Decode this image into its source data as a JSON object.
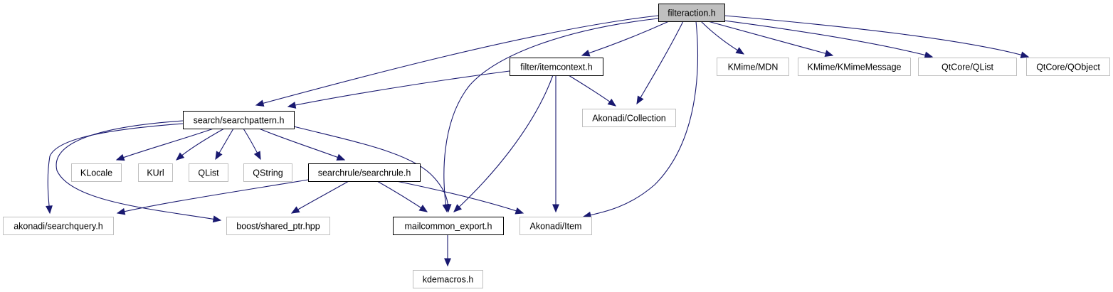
{
  "diagram": {
    "type": "include-dependency-graph",
    "root": "filteraction.h",
    "colors": {
      "edge": "#191970",
      "root_fill": "#bfbfbf",
      "root_border": "#000000",
      "documented_border": "#000000",
      "external_border": "#bfbfbf",
      "node_fill": "#ffffff"
    },
    "nodes": [
      {
        "id": "filteraction",
        "label": "filteraction.h",
        "kind": "root"
      },
      {
        "id": "itemcontext",
        "label": "filter/itemcontext.h",
        "kind": "documented"
      },
      {
        "id": "kmime_mdn",
        "label": "KMime/MDN",
        "kind": "external"
      },
      {
        "id": "kmime_msg",
        "label": "KMime/KMimeMessage",
        "kind": "external"
      },
      {
        "id": "qtcore_qlist",
        "label": "QtCore/QList",
        "kind": "external"
      },
      {
        "id": "qtcore_qobject",
        "label": "QtCore/QObject",
        "kind": "external"
      },
      {
        "id": "searchpattern",
        "label": "search/searchpattern.h",
        "kind": "documented"
      },
      {
        "id": "collection",
        "label": "Akonadi/Collection",
        "kind": "external"
      },
      {
        "id": "klocale",
        "label": "KLocale",
        "kind": "external"
      },
      {
        "id": "kurl",
        "label": "KUrl",
        "kind": "external"
      },
      {
        "id": "qlist",
        "label": "QList",
        "kind": "external"
      },
      {
        "id": "qstring",
        "label": "QString",
        "kind": "external"
      },
      {
        "id": "searchrule",
        "label": "searchrule/searchrule.h",
        "kind": "documented"
      },
      {
        "id": "searchquery",
        "label": "akonadi/searchquery.h",
        "kind": "external"
      },
      {
        "id": "shared_ptr",
        "label": "boost/shared_ptr.hpp",
        "kind": "external"
      },
      {
        "id": "export",
        "label": "mailcommon_export.h",
        "kind": "documented"
      },
      {
        "id": "item",
        "label": "Akonadi/Item",
        "kind": "external"
      },
      {
        "id": "kdemacros",
        "label": "kdemacros.h",
        "kind": "external"
      }
    ],
    "edges": [
      {
        "from": "filteraction",
        "to": "searchpattern"
      },
      {
        "from": "filteraction",
        "to": "itemcontext"
      },
      {
        "from": "filteraction",
        "to": "export"
      },
      {
        "from": "filteraction",
        "to": "collection"
      },
      {
        "from": "filteraction",
        "to": "item"
      },
      {
        "from": "filteraction",
        "to": "kmime_mdn"
      },
      {
        "from": "filteraction",
        "to": "kmime_msg"
      },
      {
        "from": "filteraction",
        "to": "qtcore_qlist"
      },
      {
        "from": "filteraction",
        "to": "qtcore_qobject"
      },
      {
        "from": "itemcontext",
        "to": "searchpattern"
      },
      {
        "from": "itemcontext",
        "to": "collection"
      },
      {
        "from": "itemcontext",
        "to": "export"
      },
      {
        "from": "itemcontext",
        "to": "item"
      },
      {
        "from": "searchpattern",
        "to": "klocale"
      },
      {
        "from": "searchpattern",
        "to": "kurl"
      },
      {
        "from": "searchpattern",
        "to": "qlist"
      },
      {
        "from": "searchpattern",
        "to": "qstring"
      },
      {
        "from": "searchpattern",
        "to": "searchrule"
      },
      {
        "from": "searchpattern",
        "to": "searchquery"
      },
      {
        "from": "searchpattern",
        "to": "shared_ptr"
      },
      {
        "from": "searchpattern",
        "to": "export"
      },
      {
        "from": "searchrule",
        "to": "searchquery"
      },
      {
        "from": "searchrule",
        "to": "shared_ptr"
      },
      {
        "from": "searchrule",
        "to": "export"
      },
      {
        "from": "searchrule",
        "to": "item"
      },
      {
        "from": "export",
        "to": "kdemacros"
      }
    ]
  }
}
